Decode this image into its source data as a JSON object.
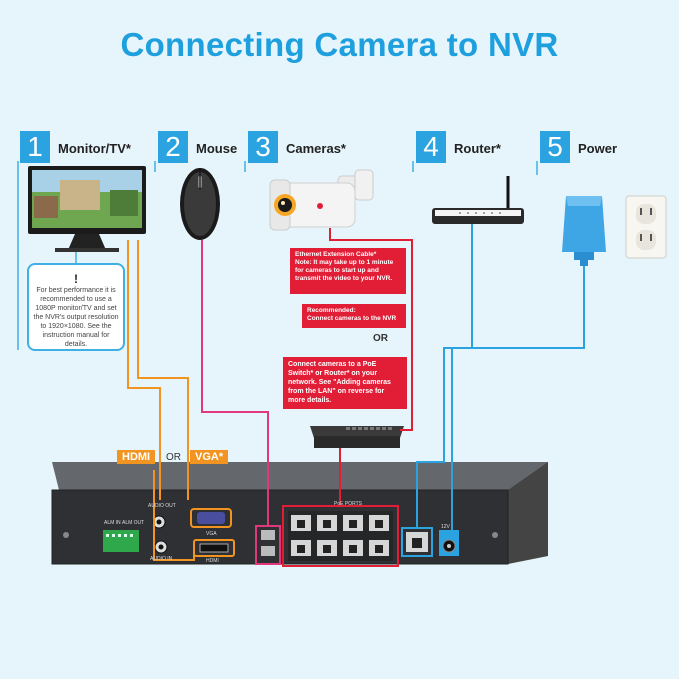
{
  "title": "Connecting Camera to NVR",
  "steps": [
    {
      "num": "1",
      "label": "Monitor/TV*"
    },
    {
      "num": "2",
      "label": "Mouse"
    },
    {
      "num": "3",
      "label": "Cameras*"
    },
    {
      "num": "4",
      "label": "Router*"
    },
    {
      "num": "5",
      "label": "Power"
    }
  ],
  "note": {
    "icon": "!",
    "text": "For best performance it is recommended to use a 1080P monitor/TV and set the NVR's output resolution to 1920×1080. See the instruction manual for details."
  },
  "camera_notes": {
    "extension_title": "Ethernet Extension Cable*",
    "extension_body": "Note: It may take up to 1 minute for cameras to start up and transmit the video to your NVR.",
    "recommended_title": "Recommended:",
    "recommended_body": "Connect cameras to the NVR",
    "or": "OR",
    "poe_body": "Connect cameras to a PoE Switch* or Router* on your network. See \"Adding cameras from the LAN\" on reverse for more details."
  },
  "ports": {
    "hdmi": "HDMI",
    "or": "OR",
    "vga": "VGA*",
    "poe_ports": "PoE PORTS",
    "alm_in": "ALM IN",
    "alm_out": "ALM OUT",
    "audio_out": "AUDIO OUT",
    "audio_in": "AUDIO IN",
    "vga_small": "VGA",
    "hdmi_small": "HDMI",
    "dc": "12V"
  },
  "colors": {
    "accent_blue": "#2aa3e0",
    "hdmi_vga_orange": "#f29422",
    "camera_red": "#e21e37",
    "mouse_pink": "#e0387a",
    "nvr_body": "#55595e"
  }
}
